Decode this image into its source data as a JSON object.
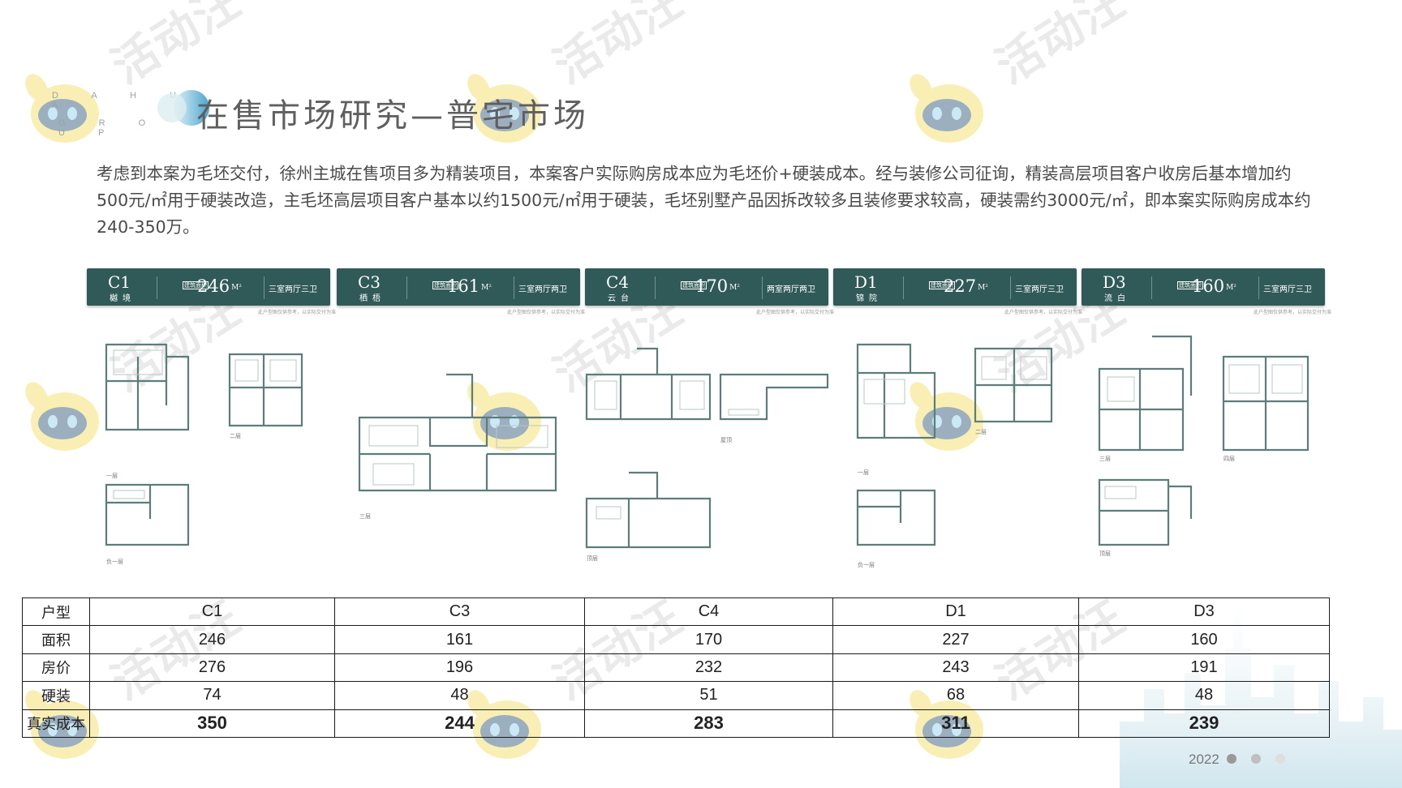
{
  "logo": {
    "top_letters": "D A H U A",
    "bottom_letters": "G R O U P"
  },
  "title": "在售市场研究—普宅市场",
  "intro_text": "考虑到本案为毛坯交付，徐州主城在售项目多为精装项目，本案客户实际购房成本应为毛坯价+硬装成本。经与装修公司征询，精装高层项目客户收房后基本增加约500元/㎡用于硬装改造，主毛坯高层项目客户基本以约1500元/㎡用于硬装，毛坯别墅产品因拆改较多且装修要求较高，硬装需约3000元/㎡，即本案实际购房成本约240-350万。",
  "units": [
    {
      "code": "C1",
      "name": "樾境",
      "area": "246",
      "area_unit": "M²",
      "area_tag": "建筑面积",
      "layout": "三室两厅三卫"
    },
    {
      "code": "C3",
      "name": "栖梧",
      "area": "161",
      "area_unit": "M²",
      "area_tag": "建筑面积",
      "layout": "三室两厅两卫"
    },
    {
      "code": "C4",
      "name": "云台",
      "area": "170",
      "area_unit": "M²",
      "area_tag": "建筑面积",
      "layout": "两室两厅两卫"
    },
    {
      "code": "D1",
      "name": "锦院",
      "area": "227",
      "area_unit": "M²",
      "area_tag": "建筑面积",
      "layout": "三室两厅三卫"
    },
    {
      "code": "D3",
      "name": "流白",
      "area": "160",
      "area_unit": "M²",
      "area_tag": "建筑面积",
      "layout": "三室两厅三卫"
    }
  ],
  "unit_note": "此户型图仅供参考，以实际交付为准",
  "plan_labels": {
    "c1_f1": "一层",
    "c1_f2": "二层",
    "c1_b1": "负一层",
    "c3_f3": "三层",
    "c4_roof": "屋顶",
    "c4_top": "顶层",
    "d1_f1": "一层",
    "d1_f2": "二层",
    "d1_b1": "负一层",
    "d3_f3": "三层",
    "d3_f4": "四层",
    "d3_top": "顶层"
  },
  "table": {
    "header": [
      "户型",
      "C1",
      "C3",
      "C4",
      "D1",
      "D3"
    ],
    "rows": [
      [
        "面积",
        "246",
        "161",
        "170",
        "227",
        "160"
      ],
      [
        "房价",
        "276",
        "196",
        "232",
        "243",
        "191"
      ],
      [
        "硬装",
        "74",
        "48",
        "51",
        "68",
        "48"
      ],
      [
        "真实成本",
        "350",
        "244",
        "283",
        "311",
        "239"
      ]
    ]
  },
  "footer": {
    "year": "2022"
  },
  "watermark_text": "活动汪",
  "colors": {
    "card": "#2f5a57",
    "plan_line": "#5b7e7a",
    "title": "#5f5f5f"
  }
}
